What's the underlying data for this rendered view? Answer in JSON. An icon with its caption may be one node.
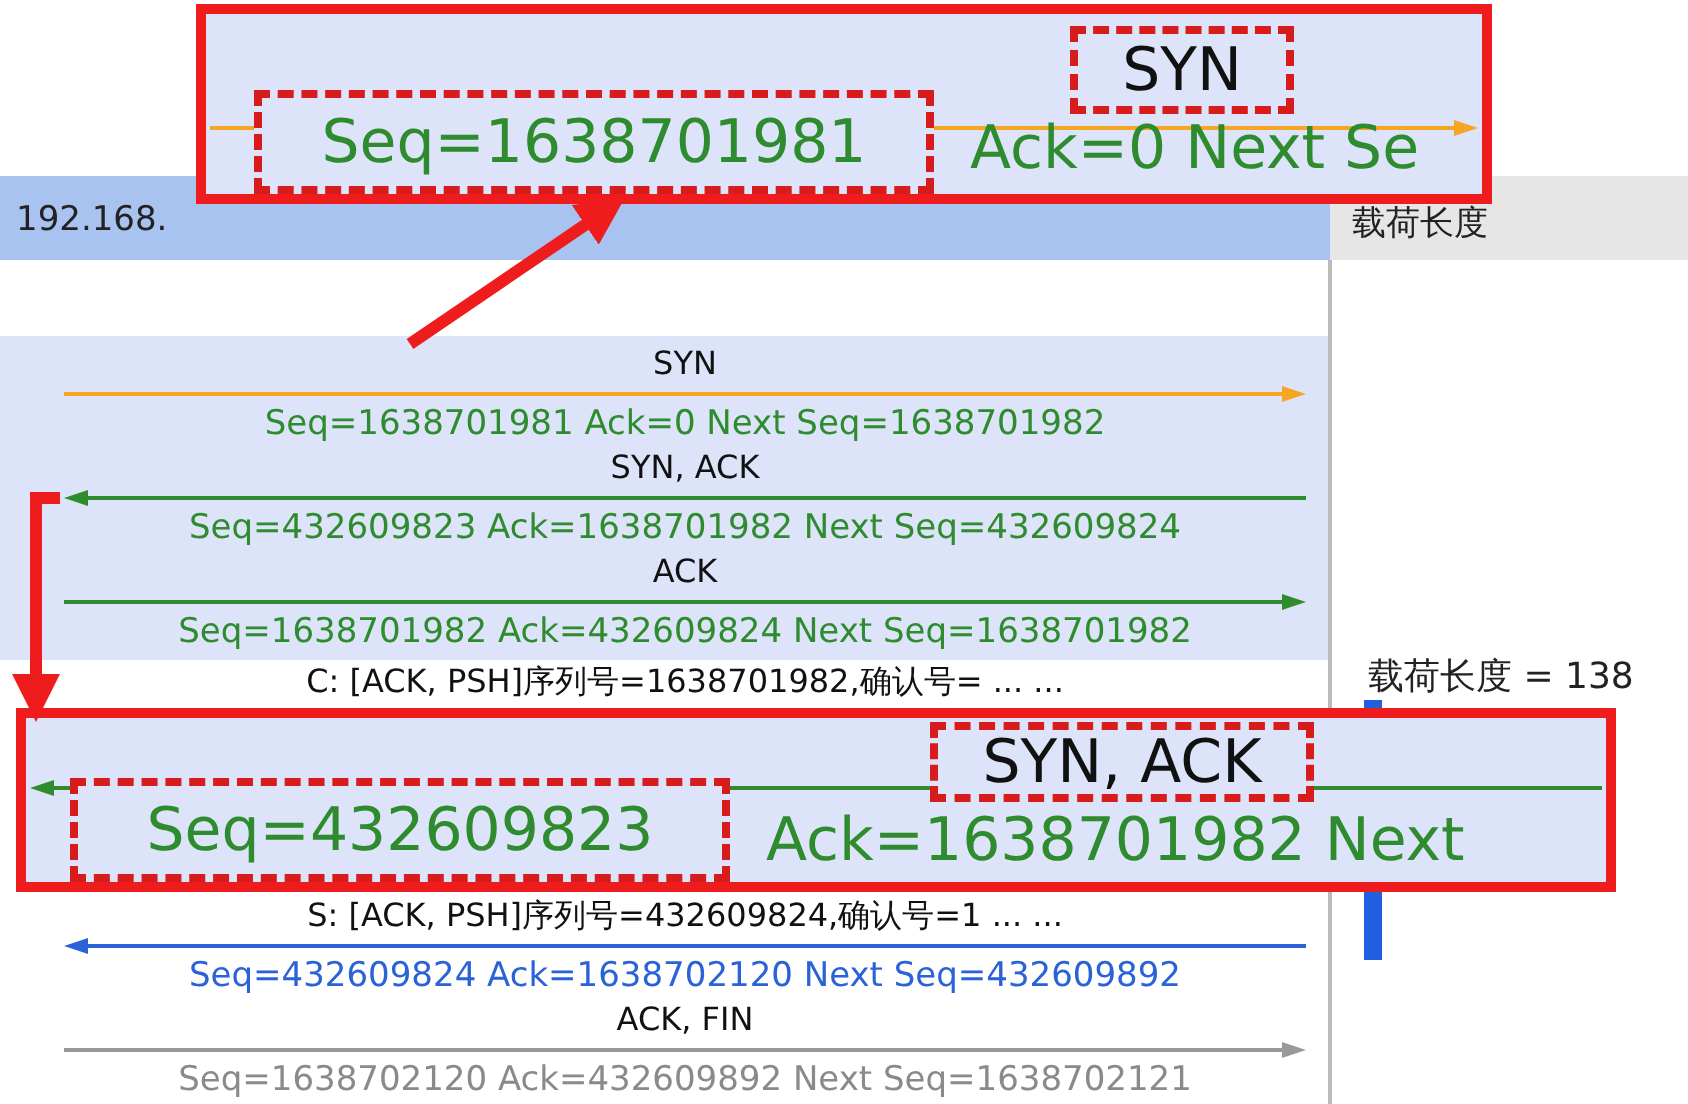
{
  "diagram": {
    "nodes": [
      {
        "text": [
          "Ack=0  Next Se"
        ]
      },
      {
        "text": [
          "SYN"
        ],
        "in": 0
      },
      {
        "text": [
          "Seq=1638701981"
        ],
        "in": 0
      },
      {
        "text": [
          "SYN",
          "Seq=1638701981  Ack=0  Next Seq=1638701982"
        ]
      },
      {
        "text": [
          "SYN, ACK",
          "Seq=432609823  Ack=1638701982  Next Seq=432609824"
        ]
      },
      {
        "text": [
          "ACK",
          "Seq=1638701982  Ack=432609824  Next Seq=1638701982"
        ]
      },
      {
        "text": [
          "C: [ACK, PSH]序列号=1638701982,确认号= ... ..."
        ]
      },
      {
        "text": [
          "Ack=1638701982  Next"
        ]
      },
      {
        "text": [
          "SYN, ACK"
        ],
        "in": 7
      },
      {
        "text": [
          "Seq=432609823"
        ],
        "in": 7
      },
      {
        "text": [
          "S: [ACK, PSH]序列号=432609824,确认号=1 ... ...",
          "Seq=432609824  Ack=1638702120  Next Seq=432609892"
        ]
      },
      {
        "text": [
          "ACK, FIN",
          "Seq=1638702120  Ack=432609892  Next Seq=1638702121"
        ]
      }
    ],
    "edges": [
      {
        "from": 3,
        "to": 0,
        "arrow": "to"
      },
      {
        "from": 4,
        "to": 7,
        "arrow": "to"
      }
    ],
    "labels": [
      "192.168.",
      "载荷长度",
      "载荷长度 = 138"
    ]
  }
}
